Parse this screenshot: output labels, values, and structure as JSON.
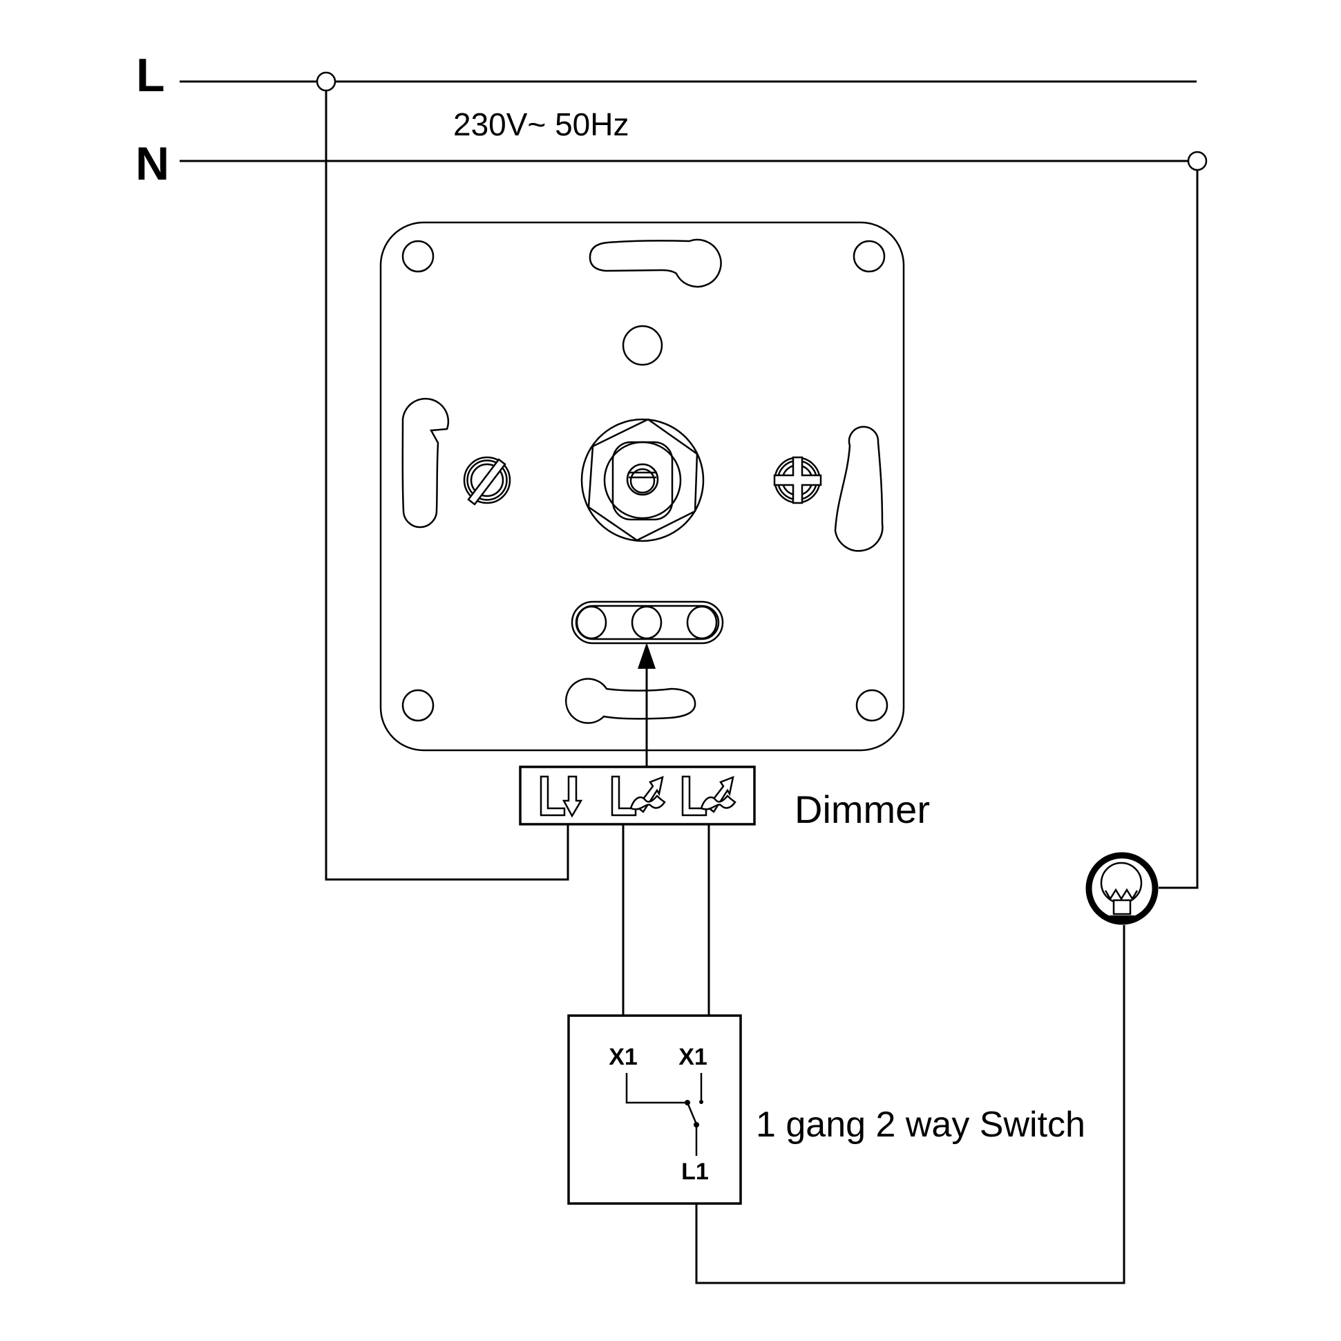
{
  "page": {
    "title": "Dimmer wiring diagram",
    "background_color": "#ffffff",
    "line_color": "#000000"
  },
  "power": {
    "live_label": "L",
    "neutral_label": "N",
    "rating_text": "230V~ 50Hz"
  },
  "dimmer": {
    "label": "Dimmer",
    "terminal_icons": [
      "L-down-arrow-icon",
      "L-dimmer-arrow-icon",
      "L-dimmer-arrow-icon"
    ],
    "mechanism_icons": [
      "mounting-plate-icon",
      "screw-hole-icon",
      "fixing-slot-icon",
      "cross-screw-icon",
      "slotted-screw-icon",
      "rotary-knob-icon",
      "terminal-strip-icon",
      "up-arrow-icon"
    ]
  },
  "switch": {
    "label": "1 gang 2 way Switch",
    "terminal_top_left": "X1",
    "terminal_top_right": "X1",
    "terminal_bottom": "L1"
  },
  "lamp": {
    "icon": "lamp-icon"
  }
}
